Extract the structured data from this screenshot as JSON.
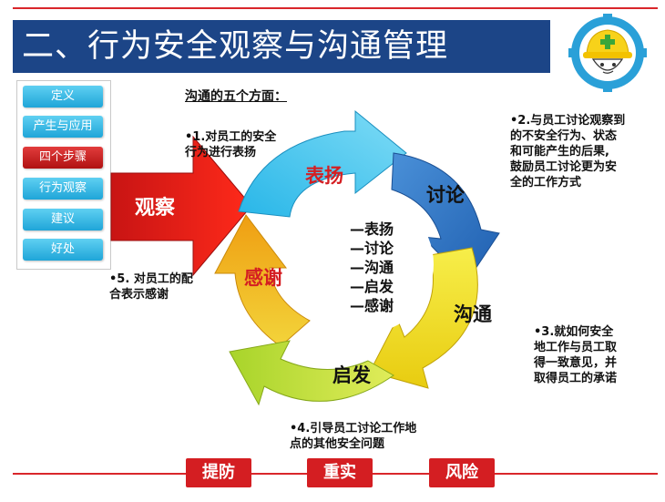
{
  "title": "二、行为安全观察与沟通管理",
  "nav": [
    {
      "label": "定义",
      "active": false
    },
    {
      "label": "产生与应用",
      "active": false
    },
    {
      "label": "四个步骤",
      "active": true
    },
    {
      "label": "行为观察",
      "active": false
    },
    {
      "label": "建议",
      "active": false
    },
    {
      "label": "好处",
      "active": false
    }
  ],
  "heading": "沟通的五个方面：",
  "observe_label": "观察",
  "cycle": {
    "biaoyang": "表扬",
    "taolun": "讨论",
    "goutong": "沟通",
    "qifa": "启发",
    "ganxie": "感谢"
  },
  "center_list": [
    "—表扬",
    "—讨论",
    "—沟通",
    "—启发",
    "—感谢"
  ],
  "notes": {
    "n1": [
      "•1.对员工的安全",
      "行为进行表扬"
    ],
    "n2": [
      "•2.与员工讨论观察到",
      "的不安全行为、状态",
      "和可能产生的后果,",
      "鼓励员工讨论更为安",
      "全的工作方式"
    ],
    "n3": [
      "•3.就如何安全",
      "地工作与员工取",
      "得一致意见，并",
      "取得员工的承诺"
    ],
    "n4": [
      "•4.引导员工讨论工作地",
      "点的其他安全问题"
    ],
    "n5": [
      "•5. 对员工的配",
      "合表示感谢"
    ]
  },
  "buttons": [
    "提防",
    "重实",
    "风险"
  ],
  "colors": {
    "title_bg": "#1c4587",
    "accent_red": "#d41e22",
    "nav_blue": "#1fa5d8",
    "arrow_cyan": "#3fc3ea",
    "arrow_blue": "#2d78c8",
    "arrow_yellow": "#f3e11f",
    "arrow_green": "#c8e23a",
    "arrow_orange": "#f0b417"
  }
}
